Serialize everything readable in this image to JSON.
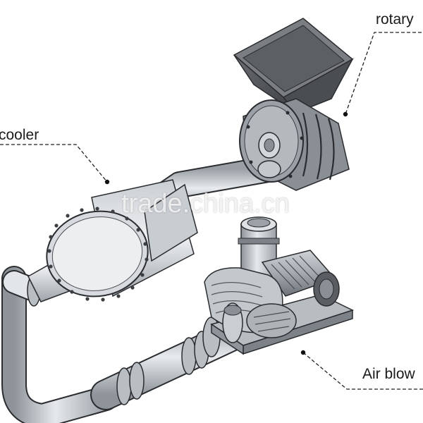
{
  "labels": {
    "rotary": "rotary",
    "cooler": "cooler",
    "air_blower": "Air blow"
  },
  "watermark": "trade.china.cn",
  "colors": {
    "metal_light": "#d4d8dc",
    "metal_mid": "#a9afb5",
    "metal_dark": "#55595e",
    "outline": "#2a2c2f",
    "leader": "#222222"
  }
}
